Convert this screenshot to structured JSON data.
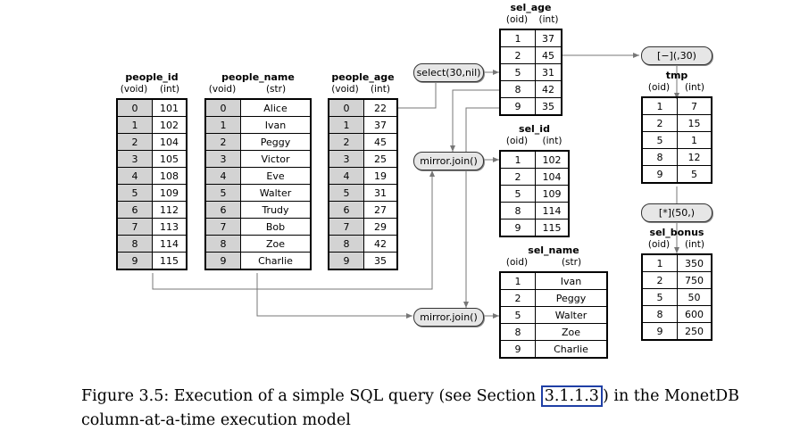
{
  "bats": {
    "people_id": {
      "title": "people_id",
      "head": "(void)",
      "tail": "(int)",
      "rows": [
        [
          "0",
          "101"
        ],
        [
          "1",
          "102"
        ],
        [
          "2",
          "104"
        ],
        [
          "3",
          "105"
        ],
        [
          "4",
          "108"
        ],
        [
          "5",
          "109"
        ],
        [
          "6",
          "112"
        ],
        [
          "7",
          "113"
        ],
        [
          "8",
          "114"
        ],
        [
          "9",
          "115"
        ]
      ]
    },
    "people_name": {
      "title": "people_name",
      "head": "(void)",
      "tail": "(str)",
      "rows": [
        [
          "0",
          "Alice"
        ],
        [
          "1",
          "Ivan"
        ],
        [
          "2",
          "Peggy"
        ],
        [
          "3",
          "Victor"
        ],
        [
          "4",
          "Eve"
        ],
        [
          "5",
          "Walter"
        ],
        [
          "6",
          "Trudy"
        ],
        [
          "7",
          "Bob"
        ],
        [
          "8",
          "Zoe"
        ],
        [
          "9",
          "Charlie"
        ]
      ]
    },
    "people_age": {
      "title": "people_age",
      "head": "(void)",
      "tail": "(int)",
      "rows": [
        [
          "0",
          "22"
        ],
        [
          "1",
          "37"
        ],
        [
          "2",
          "45"
        ],
        [
          "3",
          "25"
        ],
        [
          "4",
          "19"
        ],
        [
          "5",
          "31"
        ],
        [
          "6",
          "27"
        ],
        [
          "7",
          "29"
        ],
        [
          "8",
          "42"
        ],
        [
          "9",
          "35"
        ]
      ]
    },
    "sel_age": {
      "title": "sel_age",
      "head": "(oid)",
      "tail": "(int)",
      "rows": [
        [
          "1",
          "37"
        ],
        [
          "2",
          "45"
        ],
        [
          "5",
          "31"
        ],
        [
          "8",
          "42"
        ],
        [
          "9",
          "35"
        ]
      ]
    },
    "sel_id": {
      "title": "sel_id",
      "head": "(oid)",
      "tail": "(int)",
      "rows": [
        [
          "1",
          "102"
        ],
        [
          "2",
          "104"
        ],
        [
          "5",
          "109"
        ],
        [
          "8",
          "114"
        ],
        [
          "9",
          "115"
        ]
      ]
    },
    "sel_name": {
      "title": "sel_name",
      "head": "(oid)",
      "tail": "(str)",
      "rows": [
        [
          "1",
          "Ivan"
        ],
        [
          "2",
          "Peggy"
        ],
        [
          "5",
          "Walter"
        ],
        [
          "8",
          "Zoe"
        ],
        [
          "9",
          "Charlie"
        ]
      ]
    },
    "tmp": {
      "title": "tmp",
      "head": "(oid)",
      "tail": "(int)",
      "rows": [
        [
          "1",
          "7"
        ],
        [
          "2",
          "15"
        ],
        [
          "5",
          "1"
        ],
        [
          "8",
          "12"
        ],
        [
          "9",
          "5"
        ]
      ]
    },
    "sel_bonus": {
      "title": "sel_bonus",
      "head": "(oid)",
      "tail": "(int)",
      "rows": [
        [
          "1",
          "350"
        ],
        [
          "2",
          "750"
        ],
        [
          "5",
          "50"
        ],
        [
          "8",
          "600"
        ],
        [
          "9",
          "250"
        ]
      ]
    }
  },
  "operators": {
    "select": "select(30,nil)",
    "mirror_join_1": "mirror.join()",
    "mirror_join_2": "mirror.join()",
    "minus": "[−](,30)",
    "times": "[*](50,)"
  },
  "caption": {
    "prefix": "Figure 3.5: Execution of a simple SQL query (see Section ",
    "ref": "3.1.1.3",
    "suffix": ") in the MonetDB column-at-a-time execution model"
  }
}
